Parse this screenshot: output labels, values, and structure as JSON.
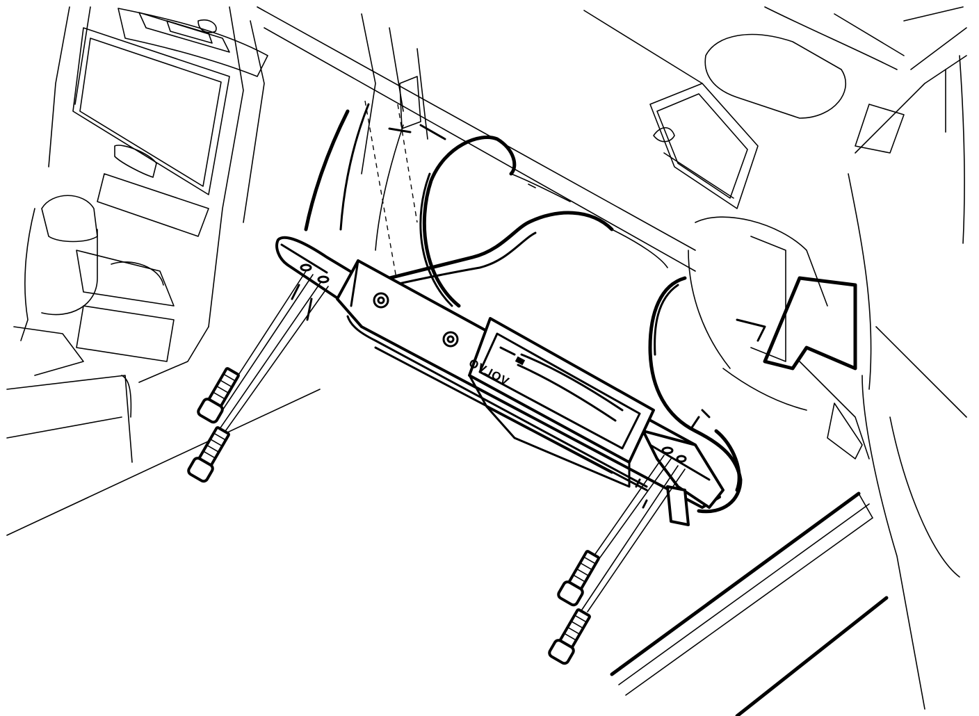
{
  "diagram": {
    "logo_text": "VOLVO",
    "colors": {
      "line": "#000000",
      "background": "#ffffff"
    },
    "parts": [
      {
        "id": "module-bracket",
        "type": "mounting-bracket"
      },
      {
        "id": "radio-unit",
        "type": "control-unit"
      },
      {
        "id": "wiring-harness",
        "type": "cable"
      },
      {
        "id": "bolt-1",
        "type": "bolt"
      },
      {
        "id": "bolt-2",
        "type": "bolt"
      },
      {
        "id": "bolt-3",
        "type": "bolt"
      },
      {
        "id": "bolt-4",
        "type": "bolt"
      }
    ]
  }
}
